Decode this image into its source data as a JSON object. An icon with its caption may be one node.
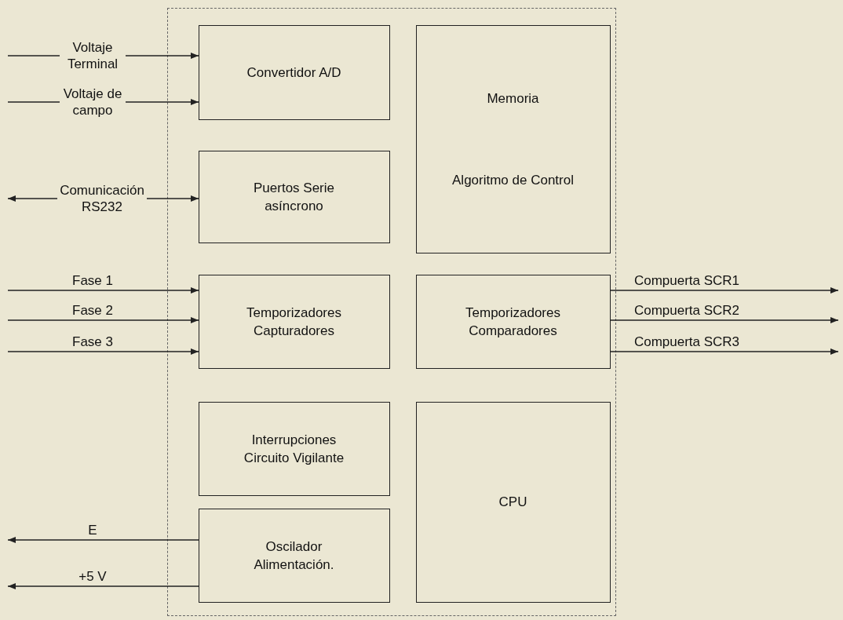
{
  "diagram": {
    "nodes": [
      {
        "text": [],
        "shape": "box"
      },
      {
        "text": [
          "Convertidor A/D"
        ],
        "in": 0
      },
      {
        "text": [
          "Memoria",
          "Algoritmo de Control"
        ],
        "in": 0
      },
      {
        "text": [
          "Puertos Serie asíncrono"
        ],
        "in": 0
      },
      {
        "text": [
          "Temporizadores Capturadores"
        ],
        "in": 0
      },
      {
        "text": [
          "Temporizadores Comparadores"
        ],
        "in": 0
      },
      {
        "text": [
          "Interrupciones Circuito Vigilante"
        ],
        "in": 0
      },
      {
        "text": [
          "Oscilador Alimentación."
        ],
        "in": 0
      },
      {
        "text": [
          "CPU"
        ],
        "in": 0
      }
    ],
    "edges": [
      {
        "from": null,
        "to": 1,
        "arrow": "to",
        "label": "Voltaje Terminal"
      },
      {
        "from": null,
        "to": 1,
        "arrow": "to",
        "label": "Voltaje de campo"
      },
      {
        "from": null,
        "to": 3,
        "arrow": "both",
        "label": "Comunicación RS232"
      },
      {
        "from": null,
        "to": 4,
        "arrow": "to",
        "label": "Fase 1"
      },
      {
        "from": null,
        "to": 4,
        "arrow": "to",
        "label": "Fase 2"
      },
      {
        "from": null,
        "to": 4,
        "arrow": "to",
        "label": "Fase 3"
      },
      {
        "from": 5,
        "to": null,
        "arrow": "to",
        "label": "Compuerta SCR1"
      },
      {
        "from": 5,
        "to": null,
        "arrow": "to",
        "label": "Compuerta SCR2"
      },
      {
        "from": 5,
        "to": null,
        "arrow": "to",
        "label": "Compuerta SCR3"
      },
      {
        "from": 7,
        "to": null,
        "arrow": "to",
        "label": "E"
      },
      {
        "from": 7,
        "to": null,
        "arrow": "to",
        "label": "+5 V"
      }
    ]
  }
}
